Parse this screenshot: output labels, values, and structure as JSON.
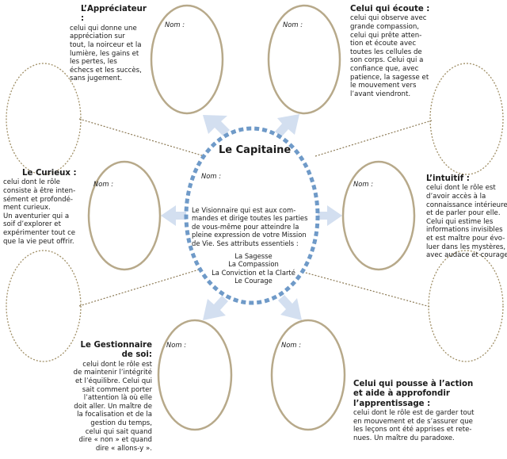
{
  "nom_label": "Nom :",
  "capitaine": {
    "title": "Le Capitaine",
    "description": "Le Visionnaire qui est aux com-\nmandes et dirige toutes les parties\nde vous-même pour atteindre la\npleine expression de votre Mission\nde Vie. Ses attributs essentiels :",
    "attributes": [
      "La Sagesse",
      "La Compassion",
      "La Conviction et la Clarté",
      "Le Courage"
    ]
  },
  "roles": {
    "appreciateur": {
      "title": "L’Appréciateur :",
      "text": "celui qui donne une\nappréciation sur\ntout, la noirceur et la\nlumière, les gains et\nles pertes, les\néchecs et les succès,\nsans jugement."
    },
    "ecoute": {
      "title": "Celui qui écoute :",
      "text": "celui qui observe avec\ngrande compassion,\ncelui qui prête atten-\ntion et écoute avec\ntoutes les cellules de\nson corps. Celui qui a\nconfiance que, avec\npatience, la sagesse et\nle mouvement vers\nl’avant viendront."
    },
    "curieux": {
      "title": "Le Curieux :",
      "text": "celui dont le rôle\nconsiste à être inten-\nsément et profondé-\nment curieux.\nUn aventurier qui a\nsoif d’explorer et\nexpérimenter tout ce\nque la vie peut offrir."
    },
    "intuitif": {
      "title": "L’intuitif :",
      "text": "celui dont le rôle est\nd’avoir accès à la\nconnaissance intérieure\net de parler pour elle.\nCelui qui estime les\ninformations invisibles\net est maître pour évo-\nluer dans les mystères,\navec audace et courage."
    },
    "gestionnaire": {
      "title": "Le Gestionnaire\nde soi:",
      "text": "celui dont le rôle est\nde maintenir l’intégrité\net l’équilibre. Celui qui\nsait comment porter\nl’attention là où elle\ndoit aller. Un maître de\nla focalisation et de la\ngestion du temps,\ncelui qui sait quand\ndire « non » et quand\ndire « allons-y »."
    },
    "pousse": {
      "title": "Celui qui pousse à l’action\net aide à approfondir\nl’apprentissage :",
      "text": "celui dont le rôle est de garder tout\nen mouvement et de s’assurer que\nles leçons ont été apprises et rete-\nnues. Un maître du paradoxe."
    }
  },
  "colors": {
    "ellipse_stroke": "#b7a98a",
    "dotted_stroke": "#a08f66",
    "capitaine_dash": "#6f9ac8",
    "arrow_fill": "#d3dff0"
  }
}
